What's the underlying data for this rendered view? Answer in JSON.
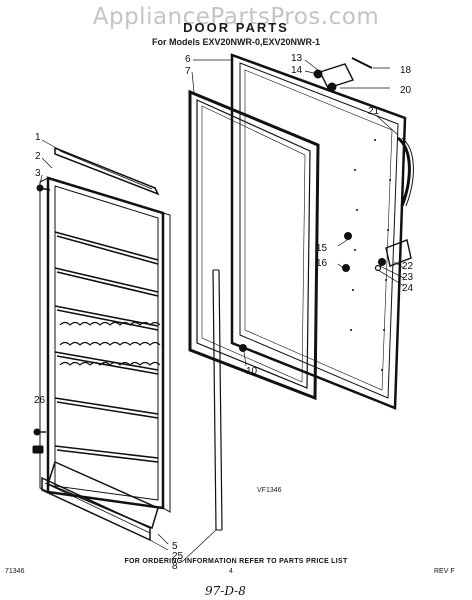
{
  "watermark": "AppliancePartsPros.com",
  "title": "DOOR PARTS",
  "subtitle": "For Models EXV20NWR-0,EXV20NWR-1",
  "drawing_code": "VF1346",
  "footer": "FOR ORDERING INFORMATION REFER TO PARTS PRICE LIST",
  "page_part_number": "71346",
  "page_number": "4",
  "revision": "REV F",
  "handwritten_note": "97-D-8",
  "callouts": {
    "c1": "1",
    "c2": "2",
    "c3": "3",
    "c5": "5",
    "c6": "6",
    "c7": "7",
    "c8": "8",
    "c10": "10",
    "c13": "13",
    "c14": "14",
    "c15": "15",
    "c16": "16",
    "c18": "18",
    "c20": "20",
    "c21": "21",
    "c22": "22",
    "c23": "23",
    "c24": "24",
    "c25": "25",
    "c26": "26"
  },
  "colors": {
    "ink": "#111111",
    "watermark": "#c4c4c4",
    "paper": "#ffffff"
  }
}
